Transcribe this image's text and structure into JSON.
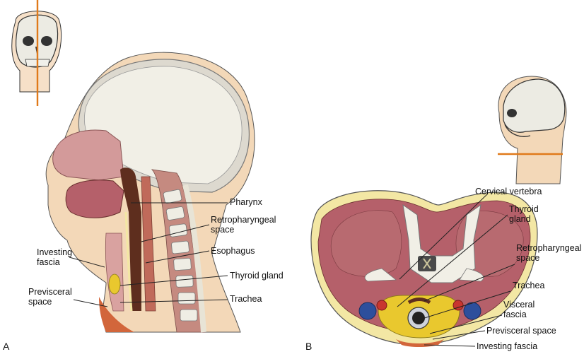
{
  "panels": [
    {
      "id": "A",
      "letter": "A"
    },
    {
      "id": "B",
      "letter": "B"
    }
  ],
  "labels_a": {
    "pharynx": "Pharynx",
    "retropharyngeal": "Retropharyngeal\nspace",
    "esophagus": "Esophagus",
    "thyroid": "Thyroid gland",
    "trachea": "Trachea",
    "investing": "Investing\nfascia",
    "previsceral": "Previsceral\nspace"
  },
  "labels_b": {
    "cervical": "Cervical vertebra",
    "thyroid": "Thyroid\ngland",
    "retropharyngeal": "Retropharyngeal\nspace",
    "trachea": "Trachea",
    "visceral": "Visceral\nfascia",
    "previsceral": "Previsceral space",
    "investing": "Investing fascia"
  },
  "colors": {
    "cut_line": "#e07a1a",
    "skin": "#f3d8b8",
    "muscle": "#b5606a",
    "bone": "#f1efe6",
    "fascia_yellow": "#f3e7a4",
    "thyroid_yellow": "#e9c82e",
    "artery": "#c8362f",
    "vein": "#2d4f9c",
    "pharynx_dark": "#5e2e1e"
  }
}
